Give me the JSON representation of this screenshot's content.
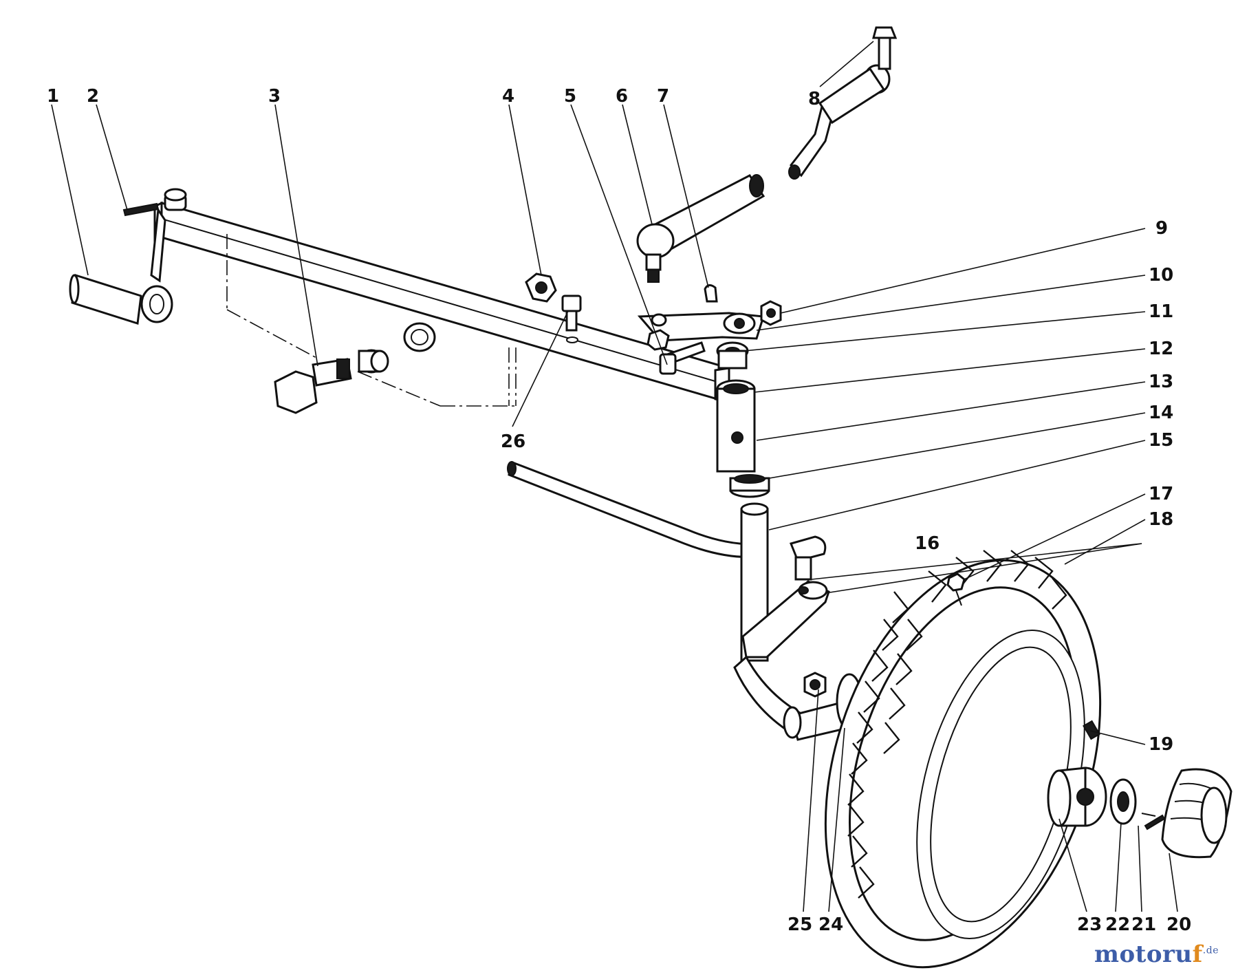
{
  "callouts": [
    {
      "id": "1",
      "label": "1"
    },
    {
      "id": "2",
      "label": "2"
    },
    {
      "id": "3",
      "label": "3"
    },
    {
      "id": "4",
      "label": "4"
    },
    {
      "id": "5",
      "label": "5"
    },
    {
      "id": "6",
      "label": "6"
    },
    {
      "id": "7",
      "label": "7"
    },
    {
      "id": "8",
      "label": "8"
    },
    {
      "id": "9",
      "label": "9"
    },
    {
      "id": "10",
      "label": "10"
    },
    {
      "id": "11",
      "label": "11"
    },
    {
      "id": "12",
      "label": "12"
    },
    {
      "id": "13",
      "label": "13"
    },
    {
      "id": "14",
      "label": "14"
    },
    {
      "id": "15",
      "label": "15"
    },
    {
      "id": "16",
      "label": "16"
    },
    {
      "id": "17",
      "label": "17"
    },
    {
      "id": "18",
      "label": "18"
    },
    {
      "id": "19",
      "label": "19"
    },
    {
      "id": "20",
      "label": "20"
    },
    {
      "id": "21",
      "label": "21"
    },
    {
      "id": "22",
      "label": "22"
    },
    {
      "id": "23",
      "label": "23"
    },
    {
      "id": "24",
      "label": "24"
    },
    {
      "id": "25",
      "label": "25"
    },
    {
      "id": "26",
      "label": "26"
    }
  ],
  "watermark": {
    "main": "motoru",
    "accent": "f",
    "tld": ".de"
  }
}
